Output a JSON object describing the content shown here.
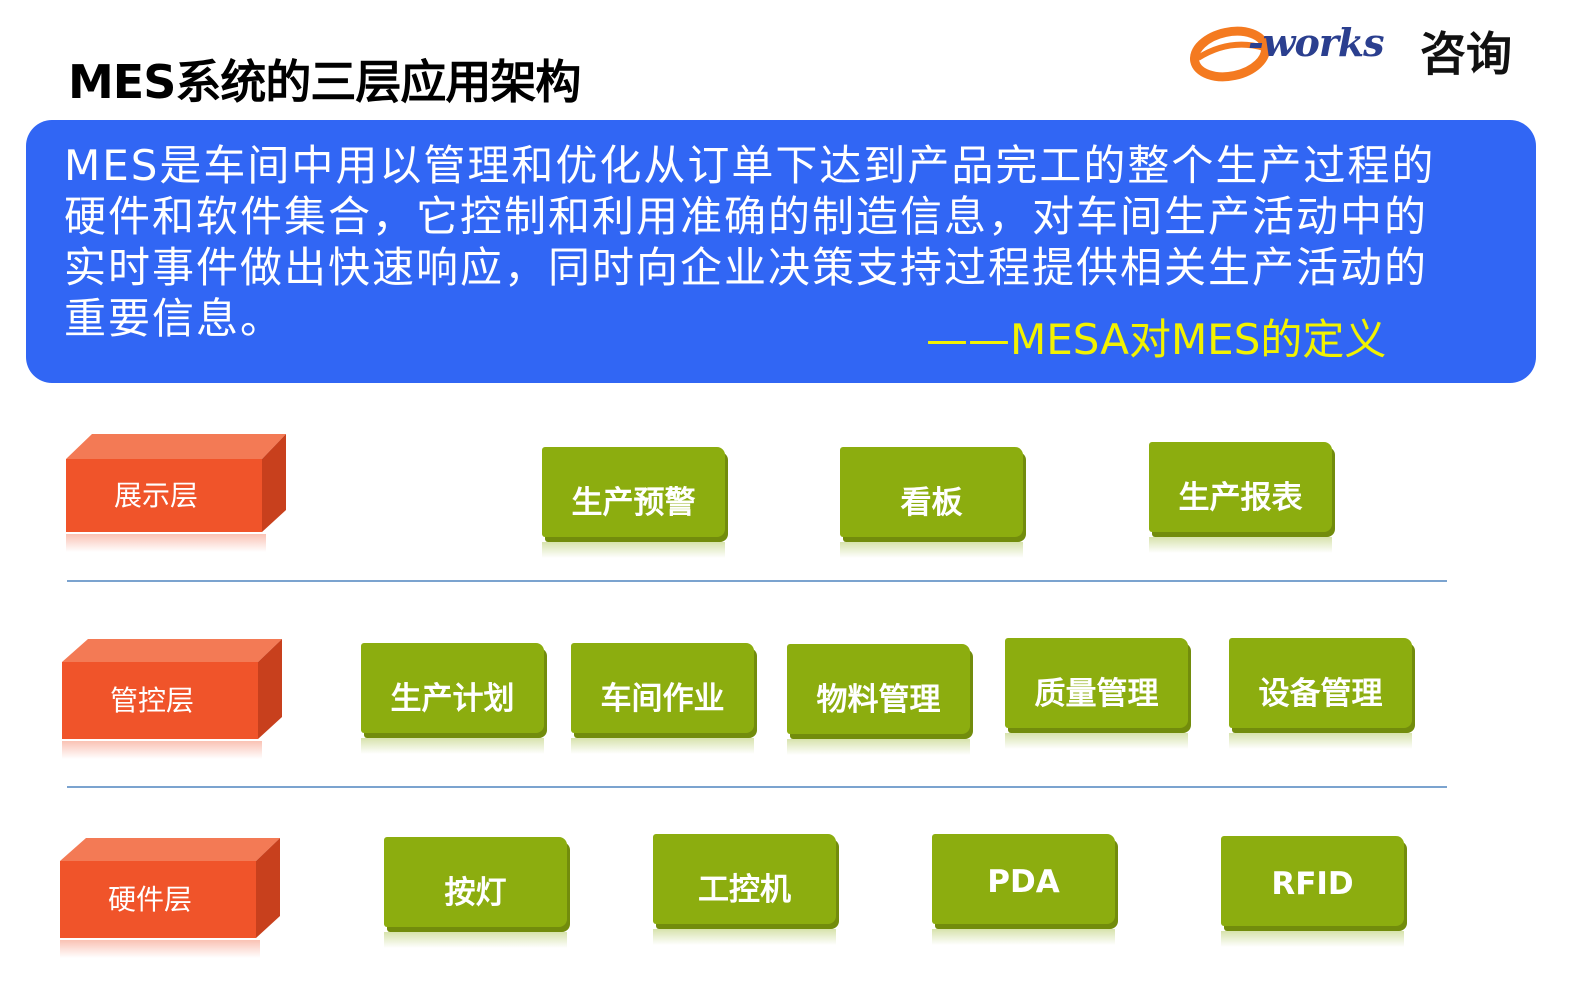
{
  "title": "MES系统的三层应用架构",
  "logo": {
    "e": "e",
    "word": "-works",
    "cn": "咨询"
  },
  "definition": {
    "lines": [
      "MES是车间中用以管理和优化从订单下达到产品完工的整个生产过程的",
      "硬件和软件集合，它控制和利用准确的制造信息，对车间生产活动中的",
      "实时事件做出快速响应，同时向企业决策支持过程提供相关生产活动的",
      "重要信息。"
    ],
    "source": "——MESA对MES的定义"
  },
  "layers": [
    {
      "label": "展示层",
      "items": [
        "生产预警",
        "看板",
        "生产报表"
      ]
    },
    {
      "label": "管控层",
      "items": [
        "生产计划",
        "车间作业",
        "物料管理",
        "质量管理",
        "设备管理"
      ]
    },
    {
      "label": "硬件层",
      "items": [
        "按灯",
        "工控机",
        "PDA",
        "RFID"
      ]
    }
  ],
  "colors": {
    "quote_bg": "#3166f4",
    "quote_source": "#f2f200",
    "layer_label": "#f0542a",
    "module": "#8cad0f",
    "divider": "#7ba3cf"
  }
}
